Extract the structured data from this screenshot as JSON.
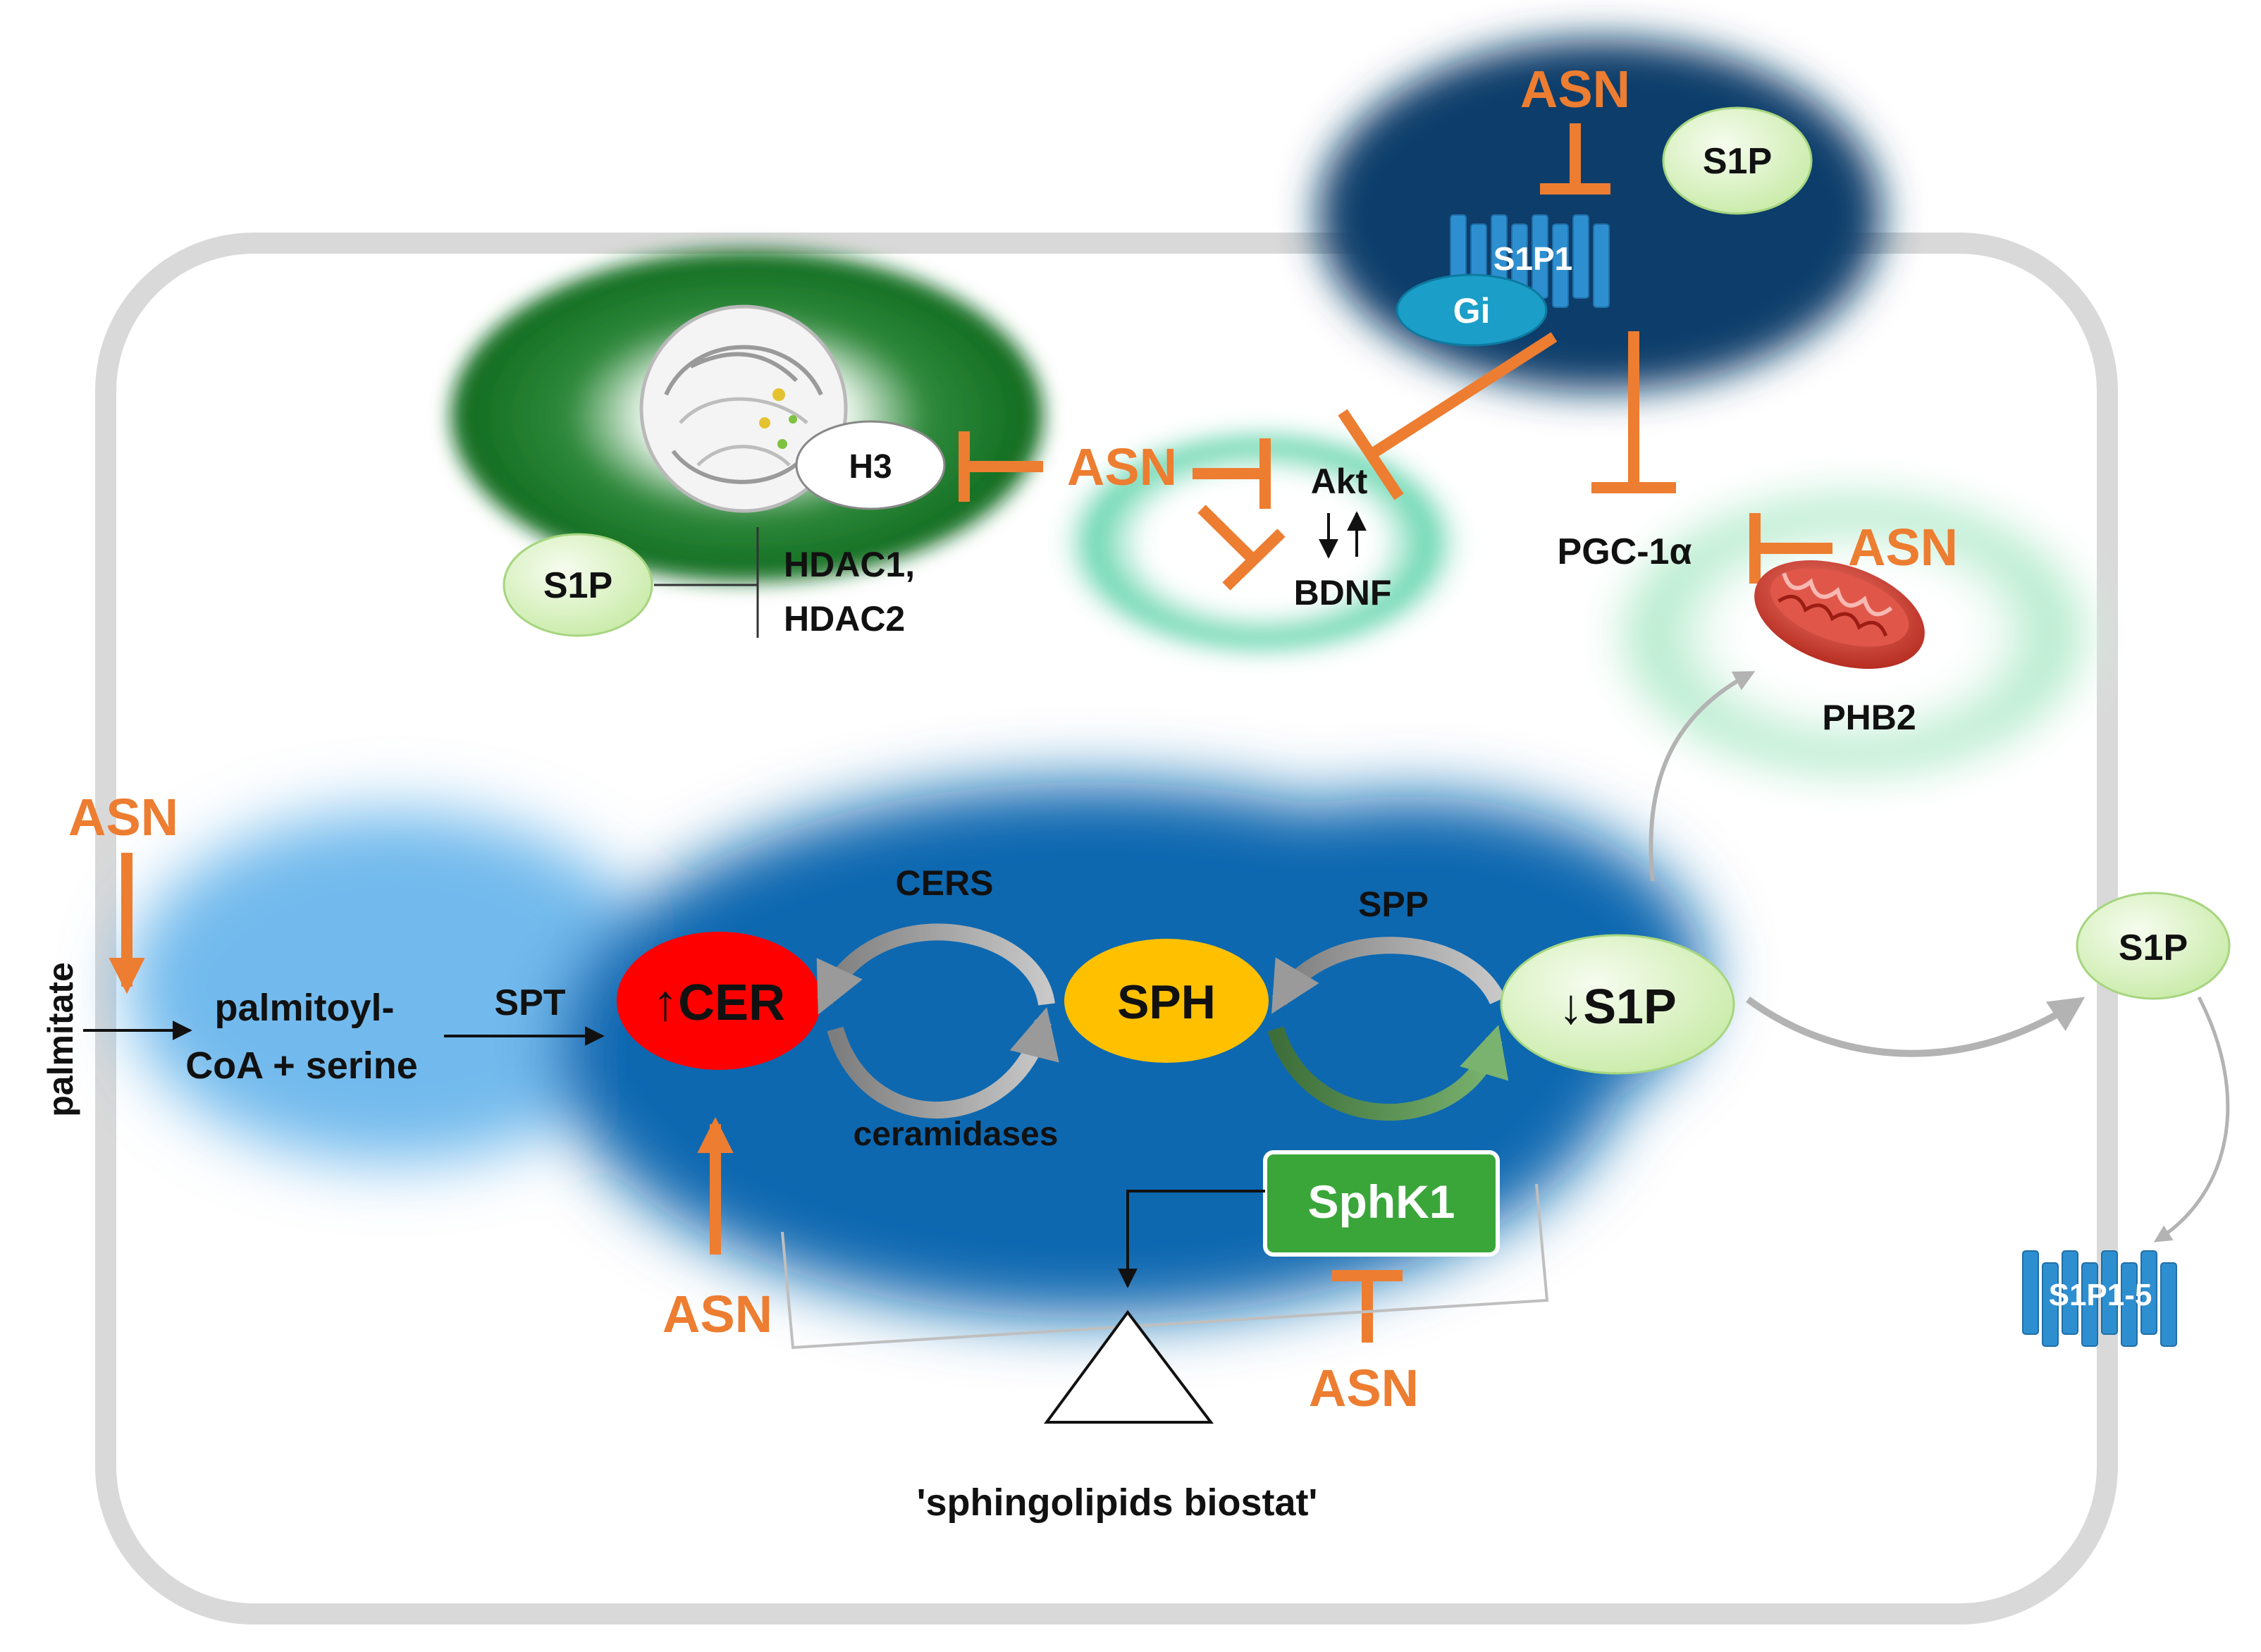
{
  "colors": {
    "asn_orange": "#ed7d31",
    "cer_red": "#ff0000",
    "sph_yellow": "#ffc000",
    "sphk1_green": "#3aa63a",
    "s1p_green": "#e2f5cf",
    "receptor_blue": "#2e8fd0",
    "membrane_gray": "#d9d9d9",
    "er_blue": "#0a67b0",
    "nucleus_green": "#1a7a2a"
  },
  "labels": {
    "asn": "ASN",
    "s1p": "S1P",
    "s1p_down": "↓S1P",
    "s1p1": "S1P1",
    "gi": "Gi",
    "h3": "H3",
    "hdac1": "HDAC1,",
    "hdac2": "HDAC2",
    "akt": "Akt",
    "bdnf": "BDNF",
    "pgc1a": "PGC-1α",
    "phb2": "PHB2",
    "cers": "CERS",
    "ceramidases": "ceramidases",
    "spp": "SPP",
    "sph": "SPH",
    "cer_up": "↑CER",
    "spt": "SPT",
    "palmitate": "palmitate",
    "palmitoyl_line1": "palmitoyl-",
    "palmitoyl_line2": "CoA + serine",
    "sphk1": "SphK1",
    "s1p1_5": "S1P1-5",
    "biostat": "'sphingolipids biostat'"
  }
}
